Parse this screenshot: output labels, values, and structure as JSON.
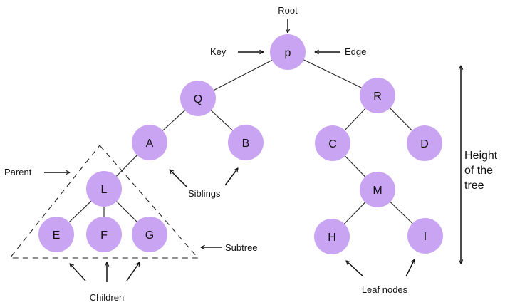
{
  "nodes": [
    {
      "id": "p",
      "label": "p"
    },
    {
      "id": "Q",
      "label": "Q"
    },
    {
      "id": "R",
      "label": "R"
    },
    {
      "id": "A",
      "label": "A"
    },
    {
      "id": "B",
      "label": "B"
    },
    {
      "id": "C",
      "label": "C"
    },
    {
      "id": "D",
      "label": "D"
    },
    {
      "id": "L",
      "label": "L"
    },
    {
      "id": "M",
      "label": "M"
    },
    {
      "id": "E",
      "label": "E"
    },
    {
      "id": "F",
      "label": "F"
    },
    {
      "id": "G",
      "label": "G"
    },
    {
      "id": "H",
      "label": "H"
    },
    {
      "id": "I",
      "label": "I"
    }
  ],
  "edges": [
    [
      "p",
      "Q"
    ],
    [
      "p",
      "R"
    ],
    [
      "Q",
      "A"
    ],
    [
      "Q",
      "B"
    ],
    [
      "R",
      "C"
    ],
    [
      "R",
      "D"
    ],
    [
      "A",
      "L"
    ],
    [
      "C",
      "M"
    ],
    [
      "L",
      "E"
    ],
    [
      "L",
      "F"
    ],
    [
      "L",
      "G"
    ],
    [
      "M",
      "H"
    ],
    [
      "M",
      "I"
    ]
  ],
  "annotations": {
    "root": "Root",
    "key": "Key",
    "edge": "Edge",
    "parent": "Parent",
    "siblings": "Siblings",
    "subtree": "Subtree",
    "children": "Children",
    "leaf_nodes": "Leaf nodes",
    "height_line1": "Height",
    "height_line2": "of the",
    "height_line3": "tree"
  },
  "colors": {
    "node_fill": "#c9a4f2",
    "text": "#111111",
    "background": "#ffffff"
  }
}
